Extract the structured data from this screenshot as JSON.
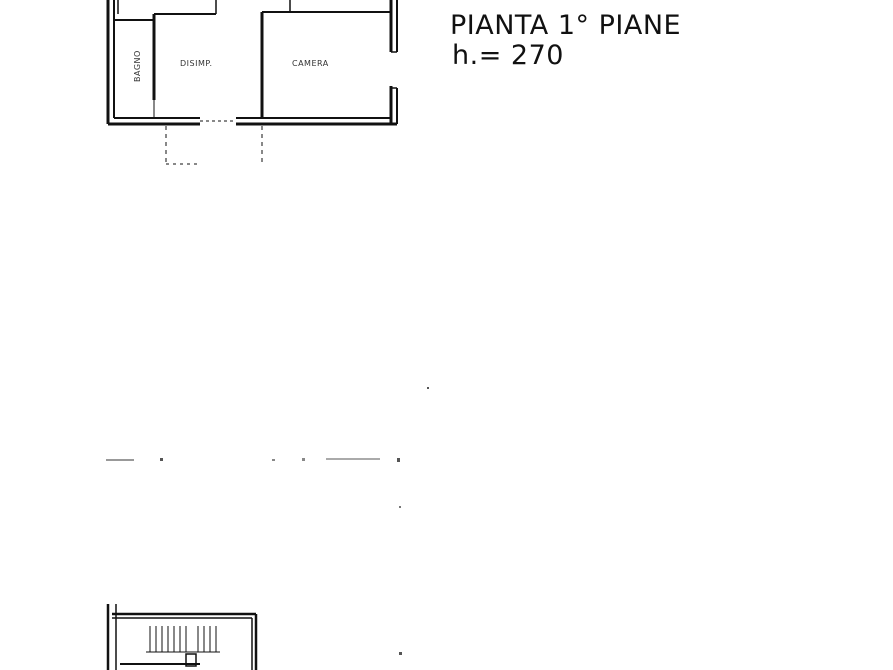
{
  "plan": {
    "title": "PIANTA 1° PIANE",
    "height_note": "h.= 270",
    "rooms": {
      "left": "BAGNO",
      "middle": "DISIMP.",
      "right": "CAMERA"
    }
  },
  "colors": {
    "ink": "#111111",
    "paper": "#ffffff"
  }
}
